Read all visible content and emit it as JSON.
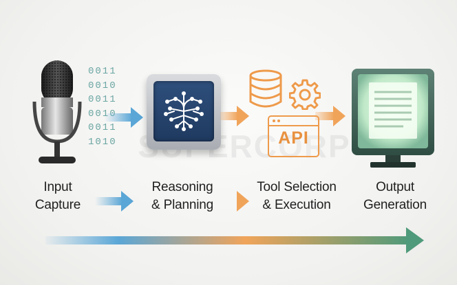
{
  "diagram": {
    "binary_lines": [
      "0011",
      "0010",
      "0011",
      "0010",
      "0011",
      "1010"
    ],
    "api_label": "API",
    "watermark": "SUPERCORP",
    "stages": [
      {
        "line1": "Input",
        "line2": "Capture"
      },
      {
        "line1": "Reasoning",
        "line2": "& Planning"
      },
      {
        "line1": "Tool Selection",
        "line2": "& Execution"
      },
      {
        "line1": "Output",
        "line2": "Generation"
      }
    ],
    "colors": {
      "blue": "#5aa6d6",
      "orange": "#f0a45a",
      "green": "#4f9a7a",
      "chip": "#26466f",
      "teal": "#6aa6a2"
    }
  }
}
